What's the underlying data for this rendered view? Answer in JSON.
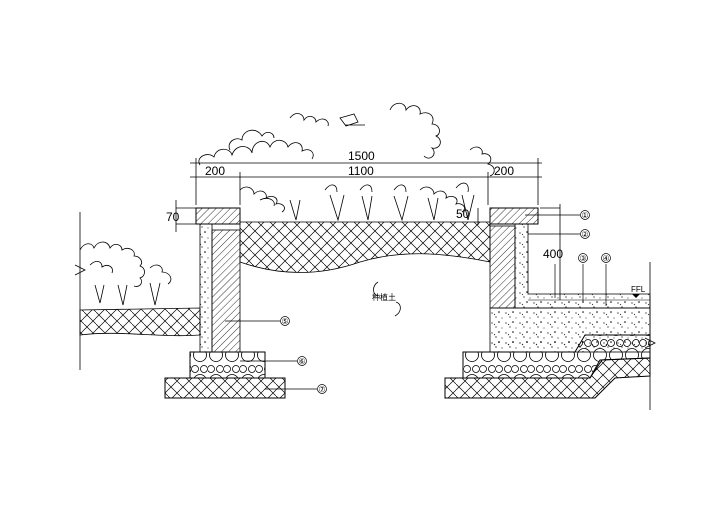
{
  "drawing": {
    "dimensions": {
      "total": "1500",
      "inner": "1100",
      "left_wall": "200",
      "right_wall": "200",
      "cap_height": "70",
      "soil_gap": "50",
      "wall_depth": "400"
    },
    "soil_label": "种植土",
    "floor_level_label": "FFL",
    "callouts": [
      "①",
      "②",
      "③",
      "④",
      "⑤",
      "⑥",
      "⑦"
    ],
    "colors": {
      "line": "#000000",
      "background": "#ffffff"
    }
  }
}
